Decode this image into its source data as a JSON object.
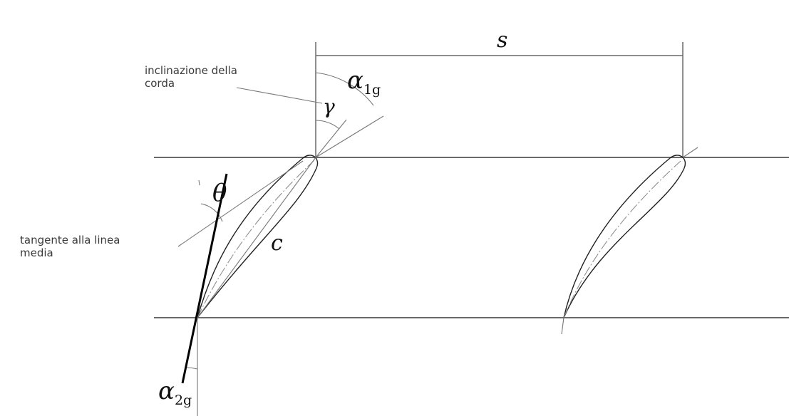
{
  "labels": {
    "pitch": "s",
    "chord": "c",
    "inlet_angle_base": "α",
    "inlet_angle_sub": "1g",
    "outlet_angle_base": "α",
    "outlet_angle_sub": "2g",
    "stagger": "γ",
    "camber": "θ"
  },
  "annotations": {
    "chord_inclination_line1": "inclinazione della",
    "chord_inclination_line2": "corda",
    "mean_line_tangent_line1": "tangente alla linea",
    "mean_line_tangent_line2": "media"
  },
  "colors": {
    "axis_line": "#6a6a6a",
    "blade_outline": "#222222",
    "camber_line": "#888888",
    "tangent_highlight": "#000000"
  }
}
